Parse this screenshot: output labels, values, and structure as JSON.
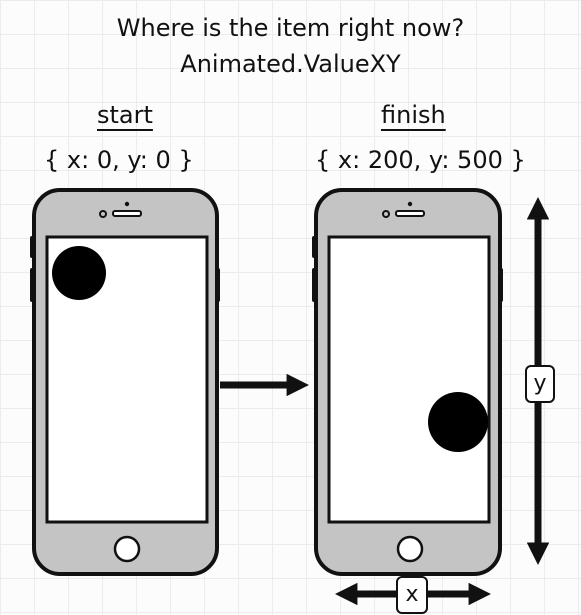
{
  "title": {
    "line1": "Where is the item right now?",
    "line2": "Animated.ValueXY"
  },
  "start": {
    "label": "start",
    "coords": "{ x: 0, y: 0 }"
  },
  "finish": {
    "label": "finish",
    "coords": "{ x: 200, y: 500 }"
  },
  "axes": {
    "y_label": "y",
    "x_label": "x"
  },
  "colors": {
    "phone_body": "#c4c4c4",
    "outline": "#111111",
    "screen": "#ffffff",
    "item": "#000000"
  }
}
